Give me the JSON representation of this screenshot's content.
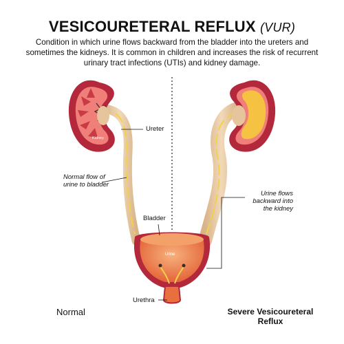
{
  "header": {
    "title": "VESICOURETERAL REFLUX",
    "abbreviation": "(VUR)",
    "description": "Condition in which urine flows backward from the bladder into the ureters and sometimes the kidneys. It is common in children and increases the risk of recurrent urinary tract infections (UTIs) and kidney damage."
  },
  "labels": {
    "kidney": "Kidney",
    "ureter": "Ureter",
    "normal_flow": "Normal flow of urine to bladder",
    "bladder": "Bladder",
    "urine": "Urine",
    "urethra": "Urethra",
    "backward_flow": "Urine flows backward into the kidney"
  },
  "captions": {
    "left": "Normal",
    "right": "Severe Vesicoureteral Reflux"
  },
  "stock_id": "2059888459",
  "colors": {
    "kidney_outer": "#b3283b",
    "kidney_inner": "#ef7f78",
    "ureter": "#e6c59c",
    "bladder": "#ea6f3e",
    "urine": "#f5a56a",
    "flow_arrow": "#f2d24a",
    "infection": "#f5c242"
  }
}
